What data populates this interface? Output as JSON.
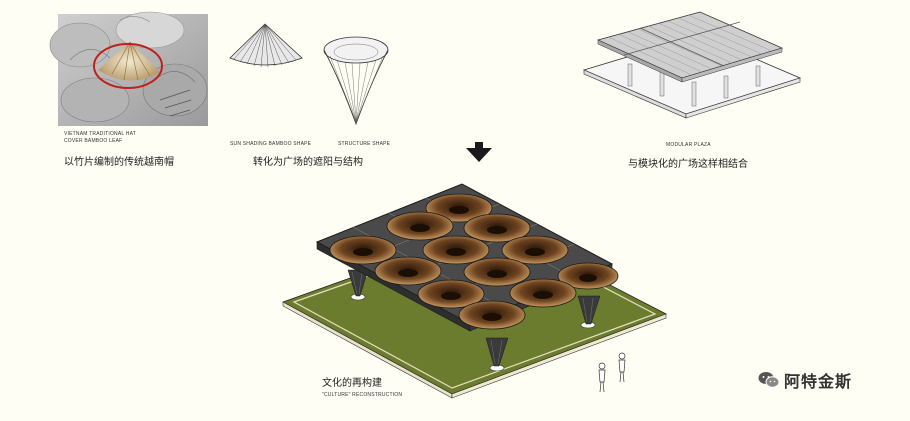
{
  "panels": {
    "hat": {
      "caption_en_1": "VIETNAM TRADITIONAL HAT",
      "caption_en_2": "COVER BAMBOO LEAF",
      "caption_zh": "以竹片编制的传统越南帽"
    },
    "shape": {
      "caption_en_left": "SUN SHADING BAMBOO SHAPE",
      "caption_en_right": "STRUCTURE SHAPE",
      "caption_zh": "转化为广场的遮阳与结构"
    },
    "plaza": {
      "caption_en": "MODULAR PLAZA",
      "caption_zh": "与模块化的广场这样相结合"
    },
    "final": {
      "caption_zh": "文化的再构建",
      "caption_en": "\"CULTURE\" RECONSTRUCTION"
    }
  },
  "watermark": {
    "text": "阿特金斯"
  },
  "colors": {
    "grass": "#6b7c2e",
    "frame": "#3b3b3b",
    "bamboo": "#8a5a2e",
    "background": "#fffef4"
  }
}
